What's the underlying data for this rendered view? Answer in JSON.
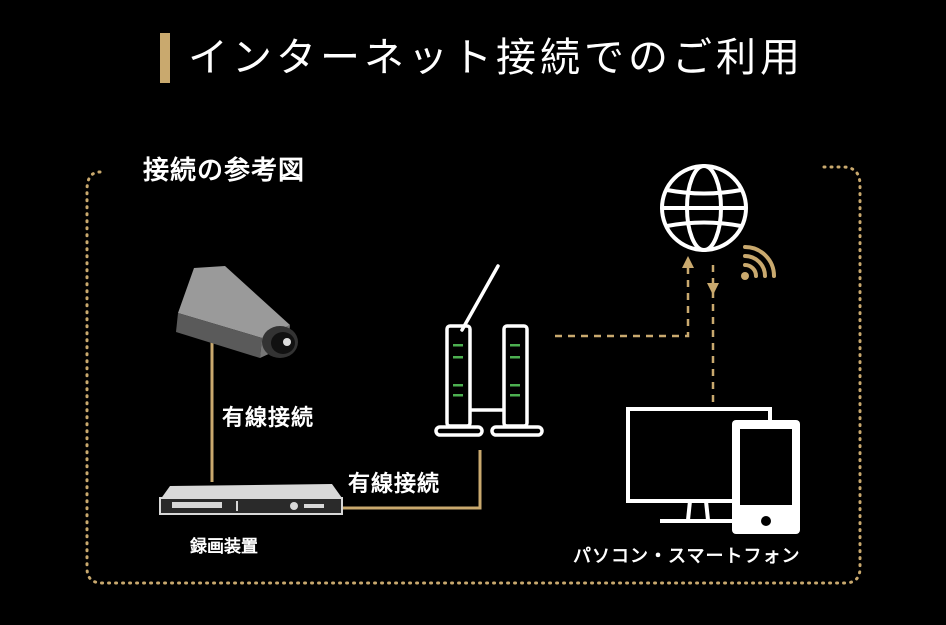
{
  "title": "インターネット接続でのご利用",
  "diagram_label": "接続の参考図",
  "wired_label_1": "有線接続",
  "wired_label_2": "有線接続",
  "recorder_label": "録画装置",
  "devices_label": "パソコン・スマートフォン",
  "colors": {
    "accent": "#c9a96e",
    "background": "#000000",
    "text": "#ffffff",
    "led": "#4caf50"
  }
}
